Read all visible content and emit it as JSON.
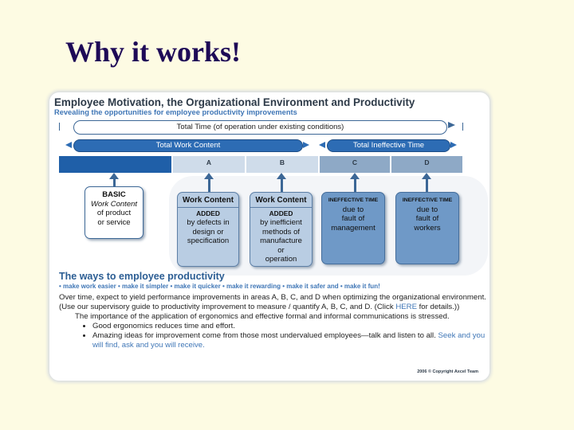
{
  "slide": {
    "title": "Why it works!"
  },
  "card": {
    "title": "Employee Motivation, the Organizational Environment and Productivity",
    "subtitle": "Revealing the opportunities for employee productivity improvements",
    "total_time": "Total Time (of operation under existing conditions)",
    "total_work_content": "Total Work Content",
    "total_ineffective_time": "Total Ineffective Time",
    "segments": [
      "",
      "A",
      "B",
      "C",
      "D"
    ],
    "boxes": {
      "basic": {
        "line1": "BASIC",
        "line2": "Work Content",
        "line3": "of product",
        "line4": "or service"
      },
      "a": {
        "head": "Work Content",
        "body1": "ADDED",
        "body2": "by defects in",
        "body3": "design or",
        "body4": "specification"
      },
      "b": {
        "head": "Work Content",
        "body1": "ADDED",
        "body2": "by inefficient",
        "body3": "methods of",
        "body4": "manufacture",
        "body5": "or",
        "body6": "operation"
      },
      "c": {
        "tag": "INEFFECTIVE TIME",
        "body1": "due to",
        "body2": "fault of",
        "body3": "management"
      },
      "d": {
        "tag": "INEFFECTIVE TIME",
        "body1": "due to",
        "body2": "fault of",
        "body3": "workers"
      }
    },
    "ways_title": "The ways to employee productivity",
    "ways_list": "• make work easier • make it simpler  • make it quicker • make it rewarding • make it safer and • make it fun!",
    "para1_a": "Over time, expect to yield performance improvements in areas A, B, C, and D when optimizing the organizational environment. (Use our supervisory guide to productivity improvement to measure / quantify A, B, C, and D. (Click ",
    "para1_link": "HERE",
    "para1_b": " for details.))",
    "para2": "The importance of the application of ergonomics and effective formal and informal communications is stressed.",
    "bullet1": "Good ergonomics reduces time and effort.",
    "bullet2_a": "Amazing ideas for improvement come from those most undervalued employees—talk and listen to all. ",
    "bullet2_link": "Seek and you will find, ask and you will receive.",
    "copyright": "2006 © Copyright Axcel Team"
  },
  "colors": {
    "title": "#1e0a57",
    "background": "#fdfbe3",
    "accent_blue": "#2d6cb4",
    "link_blue": "#3f76b6"
  }
}
